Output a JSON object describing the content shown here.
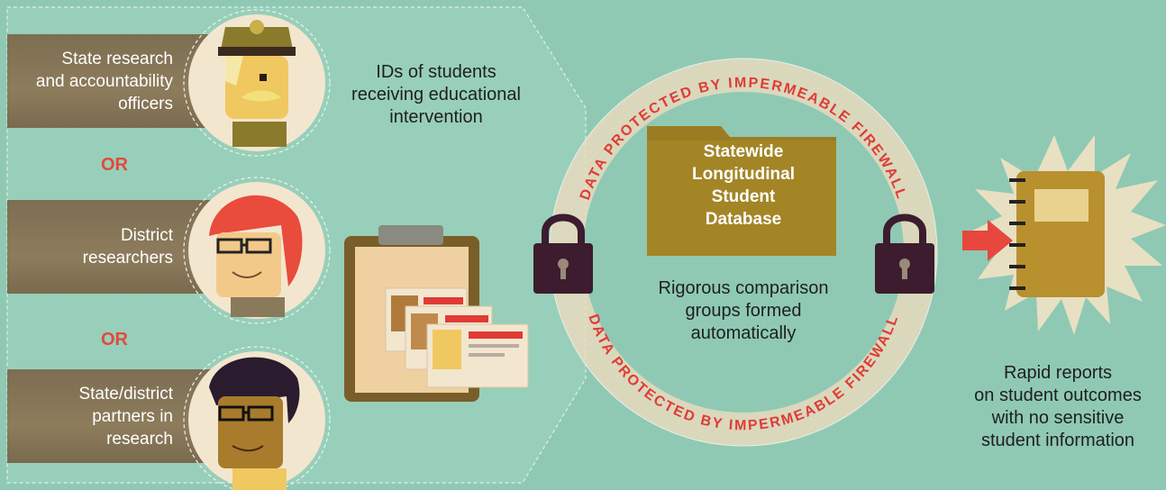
{
  "roles": [
    {
      "label": "State research\nand accountability\nofficers"
    },
    {
      "label": "District\nresearchers"
    },
    {
      "label": "State/district\npartners in\nresearch"
    }
  ],
  "or_label": "OR",
  "ids_text": "IDs of students\nreceiving educational\nintervention",
  "database_label": "Statewide\nLongitudinal\nStudent\nDatabase",
  "firewall_text": "DATA PROTECTED BY IMPERMEABLE FIREWALL",
  "comparison_text": "Rigorous comparison\ngroups formed\nautomatically",
  "report_text": "Rapid reports\non student outcomes\nwith no sensitive\nstudent information",
  "colors": {
    "background": "#8fc9b4",
    "ring": "#f0dcc0",
    "firewall_text": "#e03b35",
    "or": "#e14a3c",
    "folder": "#9c7c22",
    "lock": "#3c1c2e",
    "report_book": "#b8902e",
    "arrow": "#e8473e"
  },
  "icons": [
    "officer-avatar-icon",
    "district-researcher-avatar-icon",
    "partner-avatar-icon",
    "clipboard-icon",
    "padlock-icon",
    "folder-icon",
    "report-book-icon",
    "arrow-icon",
    "starburst-icon"
  ]
}
